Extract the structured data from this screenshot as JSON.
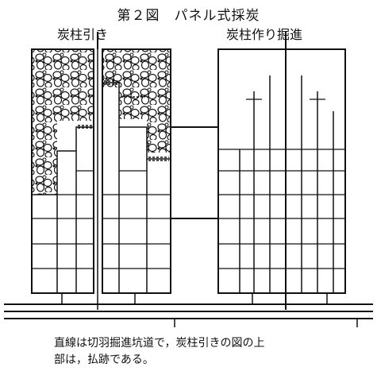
{
  "figure": {
    "number_label": "第２図",
    "title": "パネル式採炭"
  },
  "panels": {
    "left_label": "炭柱引き",
    "right_label": "炭柱作り掘進"
  },
  "caption": {
    "line1": "直線は切羽掘進坑道で，炭柱引きの図の上",
    "line2": "部は，払跡である。"
  }
}
